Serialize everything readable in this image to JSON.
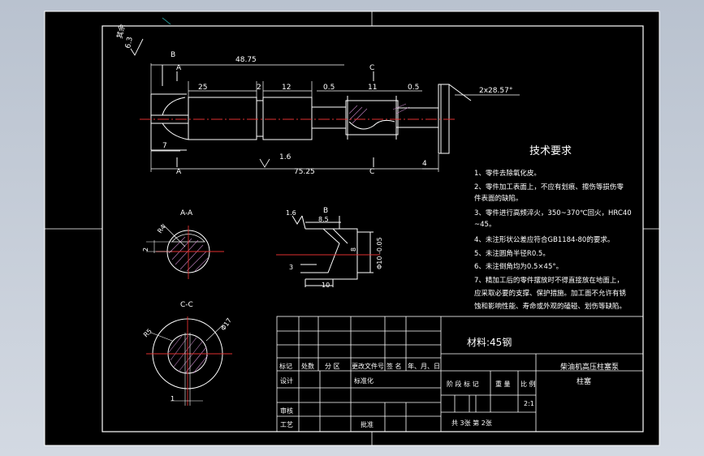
{
  "drawing": {
    "surface_roughness_label": "其余",
    "surface_roughness_value": "6.3",
    "dims": {
      "overall_top": "48.75",
      "len_25": "25",
      "len_2": "2",
      "len_12": "12",
      "len_05a": "0.5",
      "len_11": "11",
      "len_05b": "0.5",
      "chamfer": "2x28.57°",
      "len_7": "7",
      "rough_16": "1.6",
      "overall_bottom": "75.25",
      "len_4": "4"
    },
    "section_letters": {
      "b": "B",
      "a": "A",
      "c": "C"
    },
    "section_aa": {
      "title": "A-A",
      "dim_r": "R4",
      "dim_2": "2"
    },
    "section_cc": {
      "title": "C-C",
      "dim_r": "R5",
      "dim_phi": "Φ17",
      "dim_1": "1"
    },
    "detail_b": {
      "title": "B",
      "rough": "1.6",
      "dim_85": "8.5",
      "dim_8": "8",
      "dim_phi": "Φ10 -0.05",
      "dim_3": "3",
      "dim_10": "10"
    }
  },
  "tech_requirements": {
    "title": "技术要求",
    "items": [
      "1、零件去除氧化皮。",
      "2、零件加工表面上，不应有划痕、擦伤等损伤零",
      "件表面的缺陷。",
      "3、零件进行高频淬火，350~370℃回火，HRC40",
      "~45。",
      "4、未注形状公差应符合GB1184-80的要求。",
      "5、未注圆角半径R0.5。",
      "6、未注倒角均为0.5×45°。",
      "7、精加工后的零件摆放时不得直接放在地面上，",
      "应采取必要的支撑、保护措施。加工面不允许有锈",
      "蚀和影响性能、寿命或外观的磕碰、划伤等缺陷。"
    ]
  },
  "title_block": {
    "material": "材料:45钢",
    "part_title_line1": "柴油机高压柱塞泵",
    "part_title_line2": "柱塞",
    "scale": "2:1",
    "row_headers": [
      "标记",
      "处数",
      "分 区",
      "更改文件号",
      "签 名",
      "年、月、日"
    ],
    "design": "设计",
    "standardization": "标准化",
    "stage_mark": "阶 段 标 记",
    "weight": "重 量",
    "ratio": "比 例",
    "review": "审核",
    "process": "工艺",
    "approve": "批准",
    "sheets": "共 3张  第  2张"
  }
}
